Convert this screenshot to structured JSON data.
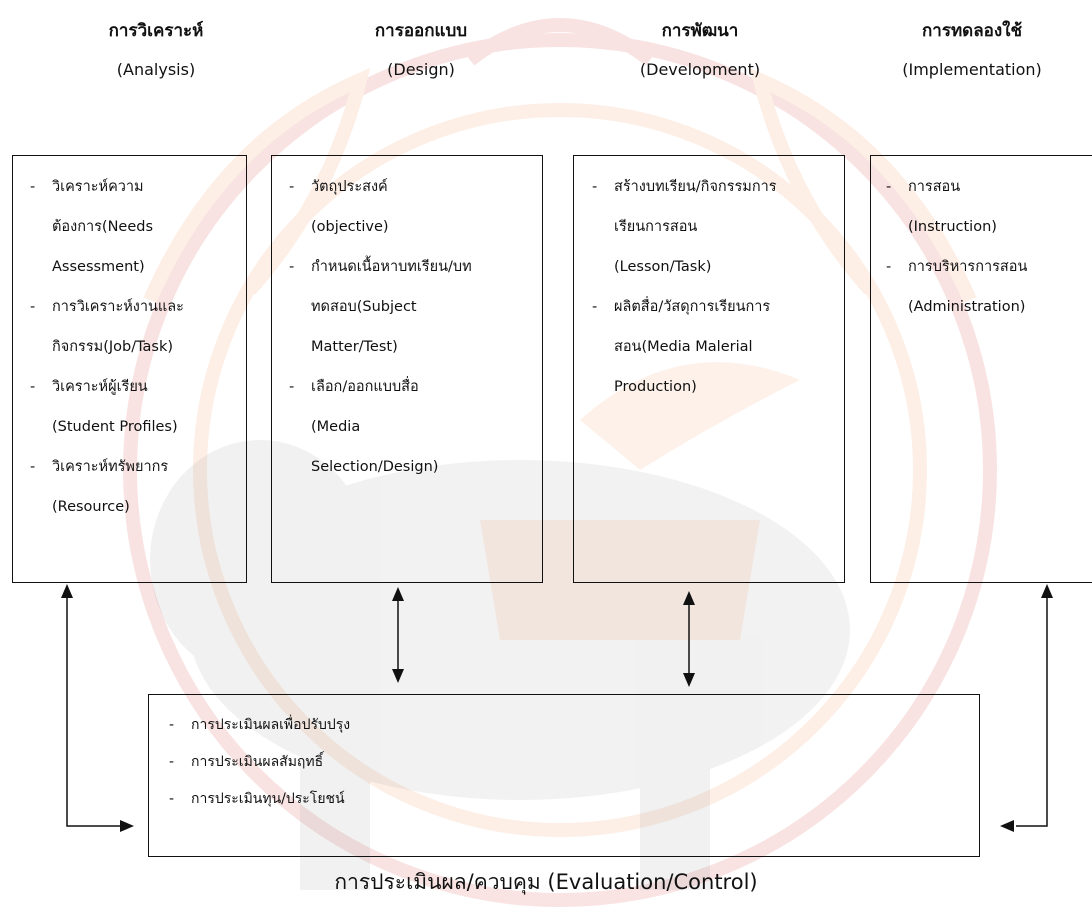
{
  "phases": [
    {
      "title_th": "การวิเคราะห์",
      "title_en": "(Analysis)",
      "items": [
        [
          "วิเคราะห์ความ",
          "ต้องการ(Needs",
          "Assessment)"
        ],
        [
          "การวิเคราะห์งานและ",
          "กิจกรรม(Job/Task)"
        ],
        [
          "วิเคราะห์ผู้เรียน",
          "(Student Profiles)"
        ],
        [
          "วิเคราะห์ทรัพยากร",
          "(Resource)"
        ]
      ]
    },
    {
      "title_th": "การออกแบบ",
      "title_en": "(Design)",
      "items": [
        [
          "วัตถุประสงค์",
          "(objective)"
        ],
        [
          "กำหนดเนื้อหาบทเรียน/บท",
          "ทดสอบ(Subject",
          "Matter/Test)"
        ],
        [
          "เลือก/ออกแบบสื่อ",
          "(Media",
          "Selection/Design)"
        ]
      ]
    },
    {
      "title_th": "การพัฒนา",
      "title_en": "(Development)",
      "items": [
        [
          "สร้างบทเรียน/กิจกรรมการ",
          "เรียนการสอน",
          "(Lesson/Task)"
        ],
        [
          "ผลิตสื่อ/วัสดุการเรียนการ",
          "สอน(Media Malerial",
          "Production)"
        ]
      ]
    },
    {
      "title_th": "การทดลองใช้",
      "title_en": "(Implementation)",
      "items": [
        [
          "การสอน",
          "(Instruction)"
        ],
        [
          "การบริหารการสอน",
          "(Administration)"
        ]
      ]
    }
  ],
  "evaluation": {
    "items": [
      "การประเมินผลเพื่อปรับปรุง",
      "การประเมินผลสัมฤทธิ์",
      "การประเมินทุน/ประโยชน์"
    ],
    "title": "การประเมินผล/ควบคุม (Evaluation/Control)"
  },
  "colors": {
    "line": "#111111",
    "watermark_orange": "#f39c6b",
    "watermark_red": "#d9534f",
    "watermark_grey": "#9a9a9a"
  }
}
